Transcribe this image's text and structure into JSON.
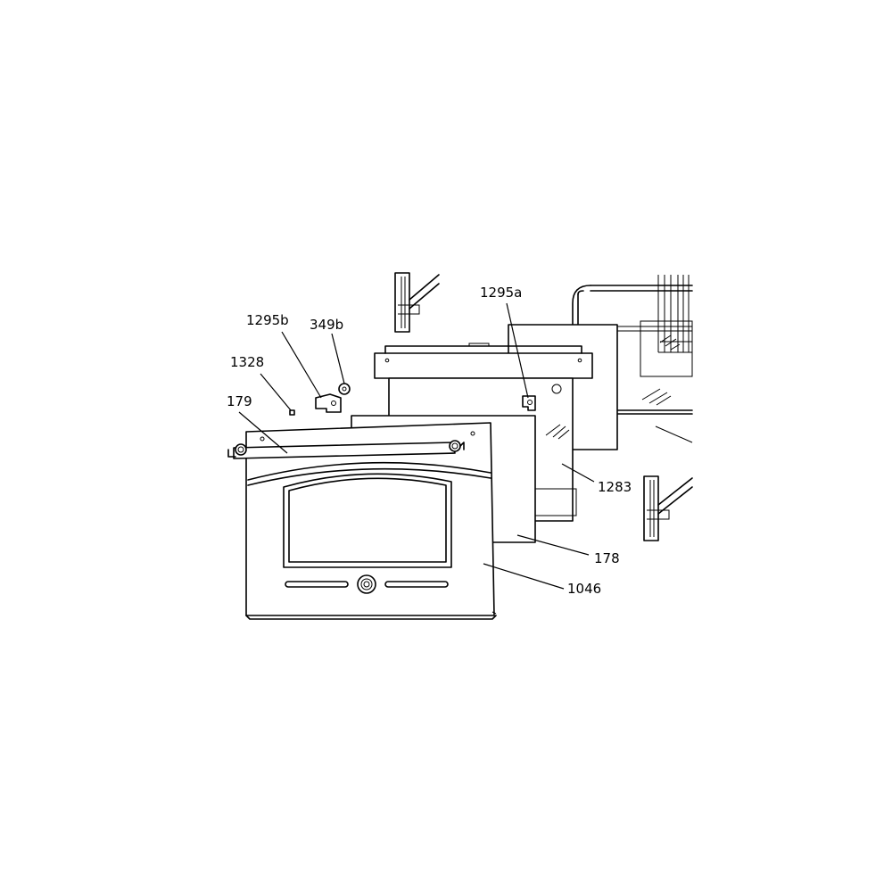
{
  "diagram": {
    "background": "#ffffff",
    "line_color": "#000000",
    "callouts": {
      "c1295b": "1295b",
      "c349b": "349b",
      "c1328": "1328",
      "c179": "179",
      "c1295a": "1295a",
      "c1283": "1283",
      "c178": "178",
      "c1046": "1046"
    }
  }
}
